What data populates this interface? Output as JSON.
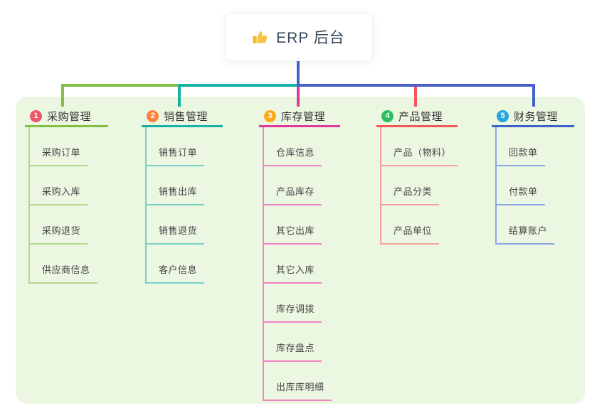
{
  "root": {
    "title": "ERP 后台",
    "icon": "thumbs-up-icon",
    "icon_color": "#f5b82e"
  },
  "colors": {
    "panel_bg": "#ecf7e2",
    "root_line": "#4961c6"
  },
  "branches": [
    {
      "index": "1",
      "label": "采购管理",
      "badge_color": "#f0566c",
      "line_color": "#82c043",
      "child_line_color": "#b2d98c",
      "children": [
        "采购订单",
        "采购入库",
        "采购退货",
        "供应商信息"
      ]
    },
    {
      "index": "2",
      "label": "销售管理",
      "badge_color": "#f7853f",
      "line_color": "#16b2a5",
      "child_line_color": "#77d1c7",
      "children": [
        "销售订单",
        "销售出库",
        "销售退货",
        "客户信息"
      ]
    },
    {
      "index": "3",
      "label": "库存管理",
      "badge_color": "#fbab19",
      "line_color": "#e4379c",
      "child_line_color": "#f083c0",
      "children": [
        "仓库信息",
        "产品库存",
        "其它出库",
        "其它入库",
        "库存调拨",
        "库存盘点",
        "出库库明细"
      ]
    },
    {
      "index": "4",
      "label": "产品管理",
      "badge_color": "#2ebd5f",
      "line_color": "#f15858",
      "child_line_color": "#f7a09d",
      "children": [
        "产品（物料）",
        "产品分类",
        "产品单位"
      ]
    },
    {
      "index": "5",
      "label": "财务管理",
      "badge_color": "#28a4e0",
      "line_color": "#3f62c8",
      "child_line_color": "#8ca5e6",
      "children": [
        "回款单",
        "付款单",
        "结算账户"
      ]
    }
  ]
}
